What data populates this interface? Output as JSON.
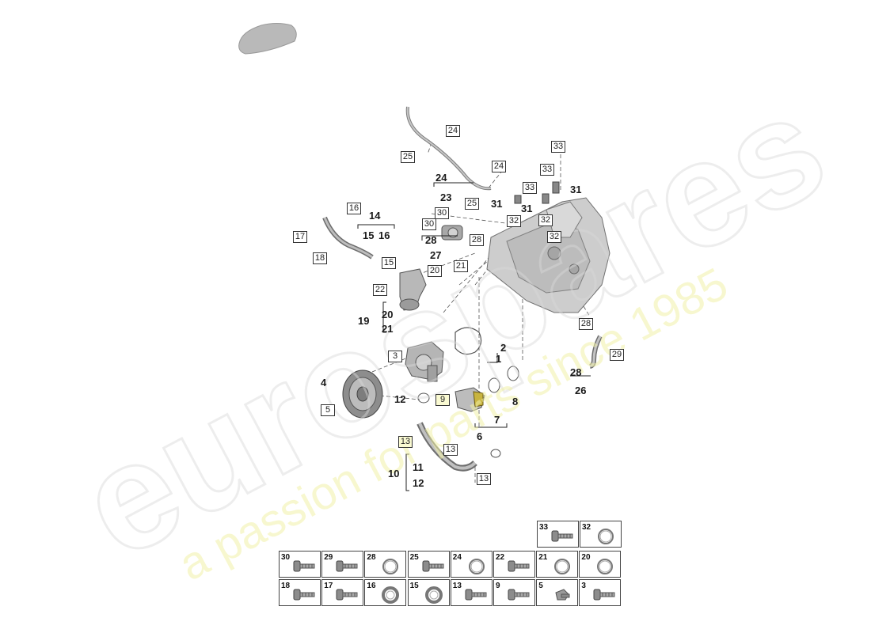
{
  "watermark": {
    "brand": "eurospares",
    "tagline": "a passion for parts since 1985"
  },
  "callouts": {
    "c14": "14",
    "c15a": "15",
    "c16a": "16",
    "c23": "23",
    "c24a": "24",
    "c27": "27",
    "c28a": "28",
    "c31a": "31",
    "c31b": "31",
    "c31c": "31",
    "c19": "19",
    "c20": "20",
    "c21": "21",
    "c2": "2",
    "c1": "1",
    "c4": "4",
    "c12a": "12",
    "c8": "8",
    "c7": "7",
    "c6": "6",
    "c28b": "28",
    "c26": "26",
    "c10": "10",
    "c11": "11",
    "c12b": "12"
  },
  "boxes": {
    "b24a": "24",
    "b25a": "25",
    "b24b": "24",
    "b25b": "25",
    "b33a": "33",
    "b33b": "33",
    "b33c": "33",
    "b16": "16",
    "b17": "17",
    "b18": "18",
    "b30a": "30",
    "b30b": "30",
    "b28a": "28",
    "b32a": "32",
    "b32b": "32",
    "b32c": "32",
    "b15": "15",
    "b21": "21",
    "b20": "20",
    "b22": "22",
    "b3": "3",
    "b5": "5",
    "b9": "9",
    "b13a": "13",
    "b13b": "13",
    "b13c": "13",
    "b28b": "28",
    "b29": "29"
  },
  "parts_table": {
    "top_row": [
      "33",
      "32"
    ],
    "row1": [
      "30",
      "29",
      "28",
      "25",
      "24",
      "22",
      "21",
      "20"
    ],
    "row2": [
      "18",
      "17",
      "16",
      "15",
      "13",
      "9",
      "5",
      "3"
    ]
  }
}
